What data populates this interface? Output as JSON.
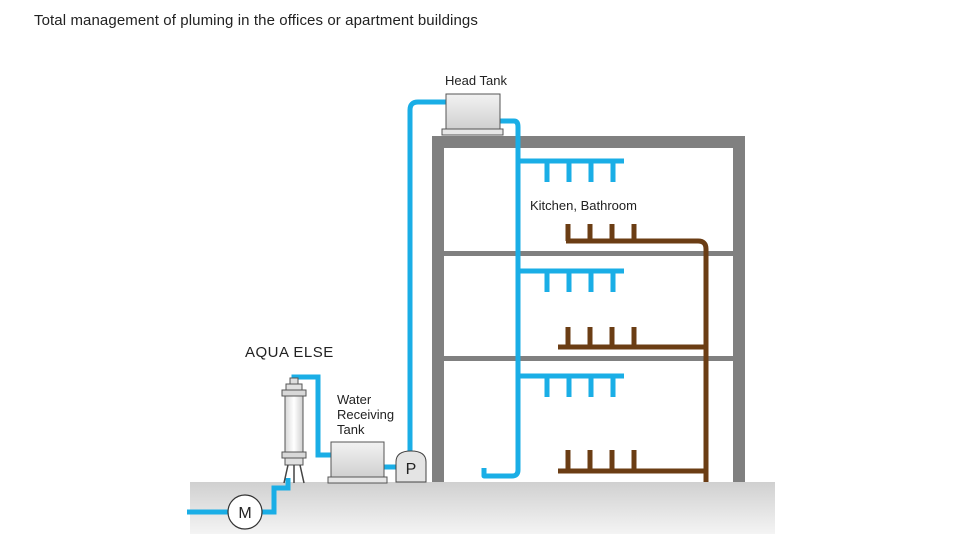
{
  "title": "Total management of pluming in the offices or apartment buildings",
  "labels": {
    "head_tank": "Head Tank",
    "kitchen_bathroom": "Kitchen, Bathroom",
    "aqua_else": "AQUA ELSE",
    "water_receiving_tank_line1": "Water",
    "water_receiving_tank_line2": "Receiving",
    "water_receiving_tank_line3": "Tank",
    "pump": "P",
    "meter": "M"
  },
  "colors": {
    "clean_water_pipe": "#1aaee6",
    "drain_pipe": "#6b3d14",
    "building_frame": "#808080",
    "ground": "#d6d6d6"
  }
}
